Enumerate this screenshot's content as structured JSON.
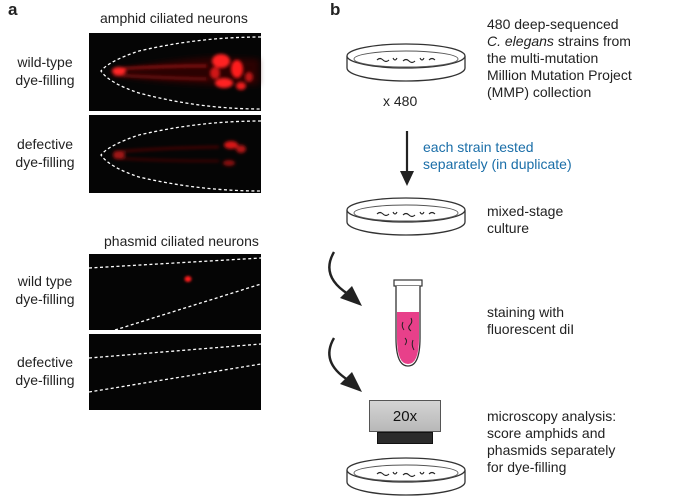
{
  "panel_a": {
    "letter": "a",
    "amphid_header": "amphid ciliated neurons",
    "phasmid_header": "phasmid ciliated neurons",
    "labels": {
      "amphid_wt": [
        "wild-type",
        "dye-filling"
      ],
      "amphid_def": [
        "defective",
        "dye-filling"
      ],
      "phasmid_wt": [
        "wild type",
        "dye-filling"
      ],
      "phasmid_def": [
        "defective",
        "dye-filling"
      ]
    }
  },
  "panel_b": {
    "letter": "b",
    "strains_text": {
      "line1": "480 deep-sequenced",
      "line2_species": "C. elegans",
      "line2_rest": " strains from",
      "line3": "the multi-mutation",
      "line4": "Million Mutation Project",
      "line5": "(MMP) collection"
    },
    "multiplier": "x 480",
    "tested_text": [
      "each strain tested",
      "separately (in duplicate)"
    ],
    "culture_text": [
      "mixed-stage",
      "culture"
    ],
    "staining_text": [
      "staining with",
      "fluorescent diI"
    ],
    "objective_label": "20x",
    "microscopy_text": [
      "microscopy analysis:",
      "score amphids and",
      "phasmids separately",
      "for dye-filling"
    ],
    "colors": {
      "blue_text": "#1a6ea8",
      "dye": "#e8408a",
      "fluorescence": "#ff2020"
    }
  }
}
